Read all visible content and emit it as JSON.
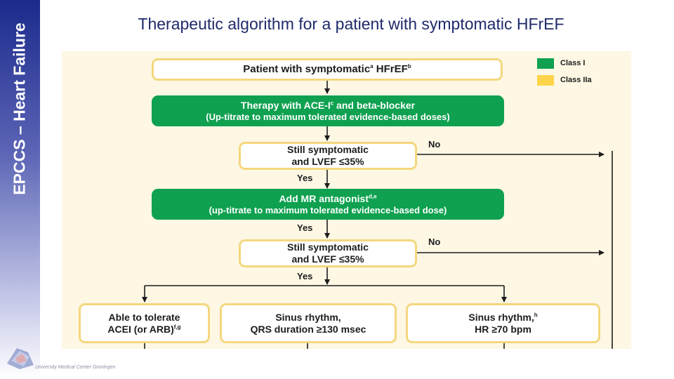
{
  "slide": {
    "title": "Therapeutic algorithm for a patient with symptomatic HFrEF",
    "sidebar_label": "EPCCS – Heart Failure",
    "logo_caption": "University Medical Center Groningen"
  },
  "legend": {
    "class1": {
      "label": "Class I",
      "color": "#0fa150"
    },
    "class2a": {
      "label": "Class IIa",
      "color": "#fdd44a"
    }
  },
  "flow": {
    "start": {
      "main": "Patient with symptomatic",
      "sup1": "a",
      "mid": " HFrEF",
      "sup2": "b"
    },
    "step1": {
      "line1_main": "Therapy with ACE-I",
      "line1_sup": "c",
      "line1_end": " and beta-blocker",
      "line2": "(Up-titrate to maximum tolerated evidence-based doses)"
    },
    "check1": {
      "line1": "Still symptomatic",
      "line2": "and LVEF ≤35%"
    },
    "no1": "No",
    "yes1": "Yes",
    "step2": {
      "line1_main": "Add MR antagonist",
      "line1_sup": "d,e",
      "line2": "(up-titrate to maximum tolerated evidence-based dose)"
    },
    "yes2": "Yes",
    "check2": {
      "line1": "Still symptomatic",
      "line2": "and LVEF ≤35%"
    },
    "no2": "No",
    "yes3": "Yes",
    "branch_a": {
      "line1": "Able to tolerate",
      "line2_main": "ACEI (or ARB)",
      "line2_sup": "f,g"
    },
    "branch_b": {
      "line1": "Sinus rhythm,",
      "line2": "QRS duration ≥130 msec"
    },
    "branch_c": {
      "line1_main": "Sinus rhythm,",
      "line1_sup": "h",
      "line2": "HR ≥70 bpm"
    }
  }
}
